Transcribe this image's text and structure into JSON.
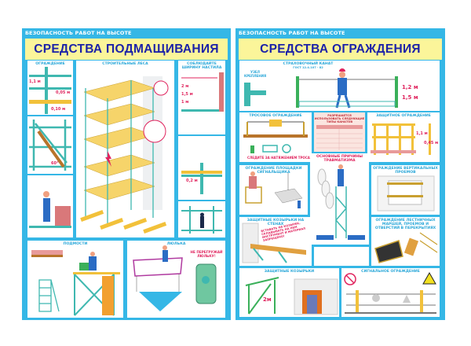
{
  "left_poster": {
    "series": "БЕЗОПАСНОСТЬ РАБОТ НА ВЫСОТЕ",
    "title": "СРЕДСТВА ПОДМАЩИВАНИЯ",
    "panels": {
      "guardrail": {
        "title": "ОГРАЖДЕНИЕ",
        "h1": "1,1 м",
        "h2": "0,05 м",
        "h3": "0,10 м",
        "angle": "60°"
      },
      "scaffold": {
        "title": "СТРОИТЕЛЬНЫЕ ЛЕСА"
      },
      "deck_width": {
        "title": "СОБЛЮДАЙТЕ ШИРИНУ НАСТИЛА",
        "w1": "2 м",
        "w2": "1,5 м",
        "w3": "1 м",
        "gap": "0,2 м"
      },
      "platforms": {
        "title": "ПОДМОСТИ"
      },
      "cradle": {
        "title": "ЛЮЛЬКА",
        "warning": "НЕ ПЕРЕГРУЖАЙ ЛЮЛЬКУ!"
      }
    }
  },
  "right_poster": {
    "series": "БЕЗОПАСНОСТЬ РАБОТ НА ВЫСОТЕ",
    "title": "СРЕДСТВА ОГРАЖДЕНИЯ",
    "panels": {
      "safety_rope": {
        "title": "СТРАХОВОЧНЫЙ КАНАТ",
        "subtitle": "ГОСТ 12.4.107 - 82",
        "anchor": "УЗЕЛ КРЕПЛЕНИЯ",
        "h1": "1,2 м",
        "h2": "1,5 м"
      },
      "rope_fence": {
        "title": "ТРОСОВОЕ ОГРАЖДЕНИЕ",
        "note": "СЛЕДИТЕ ЗА НАТЯЖЕНИЕМ ТРОСА"
      },
      "rope_table": {
        "title": "РАЗРЕШАЕТСЯ ИСПОЛЬЗОВАТЬ СЛЕДУЮЩИЕ ТИПЫ КАНАТОВ"
      },
      "protective_fence": {
        "title": "ЗАЩИТНОЕ ОГРАЖДЕНИЕ",
        "h1": "1,1 м",
        "h2": "0,45 м"
      },
      "signal_platform": {
        "title": "ОГРАЖДЕНИЕ ПЛОЩАДКИ СИГНАЛЬЩИКА"
      },
      "injury_causes": {
        "title": "ОСНОВНЫЕ ПРИЧИНЫ ТРАВМАТИЗМА"
      },
      "vertical_openings": {
        "title": "ОГРАЖДЕНИЕ ВЕРТИКАЛЬНЫХ ПРОЕМОВ"
      },
      "wall_canopies": {
        "title": "ЗАЩИТНЫЕ КОЗЫРЬКИ НА СТЕНАХ",
        "banner": "ВСТАВАТЬ НА КОЗЫРЕК, СКЛАДЫВАТЬ НА НЕМ ИНСТРУМЕНТ И МАТЕРИАЛ ЗАПРЕЩЕНО!"
      },
      "stair_openings": {
        "title": "ОГРАЖДЕНИЕ ЛЕСТНИЧНЫХ МАРШЕЙ, ПРОЕМОВ И ОТВЕРСТИЙ В ПЕРЕКРЫТИЯХ"
      },
      "canopies": {
        "title": "ЗАЩИТНЫЕ КОЗЫРЬКИ",
        "h": "2м"
      },
      "signal_fence": {
        "title": "СИГНАЛЬНОЕ ОГРАЖДЕНИЕ"
      }
    }
  },
  "colors": {
    "frame": "#35b7e6",
    "title_band": "#fbf59a",
    "title_text": "#1c22a8",
    "accent_red": "#e0245e",
    "timber": "#f2c13a",
    "pipe": "#3fb8b0"
  }
}
